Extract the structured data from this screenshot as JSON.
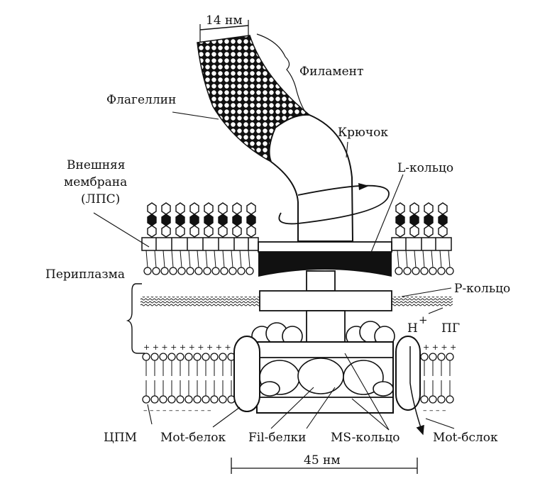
{
  "labels": {
    "filament_width": "14 нм",
    "filament": "Филамент",
    "flagellin": "Флагеллин",
    "hook": "Крючок",
    "outer_membrane_line1": "Внешняя",
    "outer_membrane_line2": "мембрана",
    "outer_membrane_line3": "(ЛПС)",
    "l_ring": "L-кольцо",
    "periplasm": "Периплазма",
    "p_ring": "Р-кольцо",
    "proton": "H",
    "proton_charge": "+",
    "peptidoglycan": "ПГ",
    "cpm": "ЦПМ",
    "mot_protein_left": "Mot-белок",
    "fil_proteins": "Fil-белки",
    "ms_ring": "MS-кольцо",
    "mot_protein_right": "Mot-бслок",
    "base_width": "45 нм"
  },
  "colors": {
    "ink": "#111111",
    "paper": "#ffffff"
  }
}
